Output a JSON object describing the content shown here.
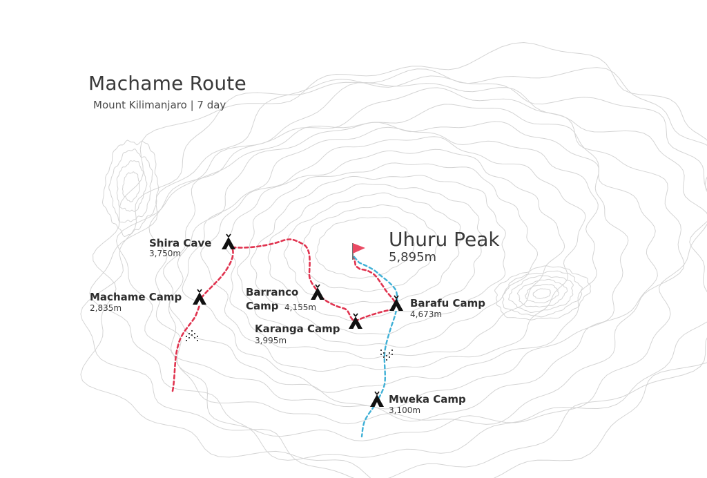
{
  "map": {
    "title": "Machame Route",
    "subtitle": "Mount Kilimanjaro | 7 day",
    "colors": {
      "ascent_route": "#e0334f",
      "descent_route": "#3fb0d6",
      "contour": "#d4d4d4",
      "summit_flag": "#ea4a63",
      "camp_icon": "#111111",
      "text": "#3a3a3a"
    },
    "summit": {
      "name": "Uhuru Peak",
      "elevation": "5,895m",
      "icon": "flag-icon"
    },
    "camps": [
      {
        "id": "shira-cave",
        "name": "Shira Cave",
        "elevation": "3,750m",
        "icon": "tent-icon"
      },
      {
        "id": "machame-camp",
        "name": "Machame Camp",
        "elevation": "2,835m",
        "icon": "tent-icon"
      },
      {
        "id": "barranco-camp",
        "name": "Barranco",
        "name2": "Camp",
        "elevation": "4,155m",
        "icon": "tent-icon"
      },
      {
        "id": "karanga-camp",
        "name": "Karanga Camp",
        "elevation": "3,995m",
        "icon": "tent-icon"
      },
      {
        "id": "barafu-camp",
        "name": "Barafu Camp",
        "elevation": "4,673m",
        "icon": "tent-icon"
      },
      {
        "id": "mweka-camp",
        "name": "Mweka Camp",
        "elevation": "3,100m",
        "icon": "tent-icon"
      }
    ]
  }
}
